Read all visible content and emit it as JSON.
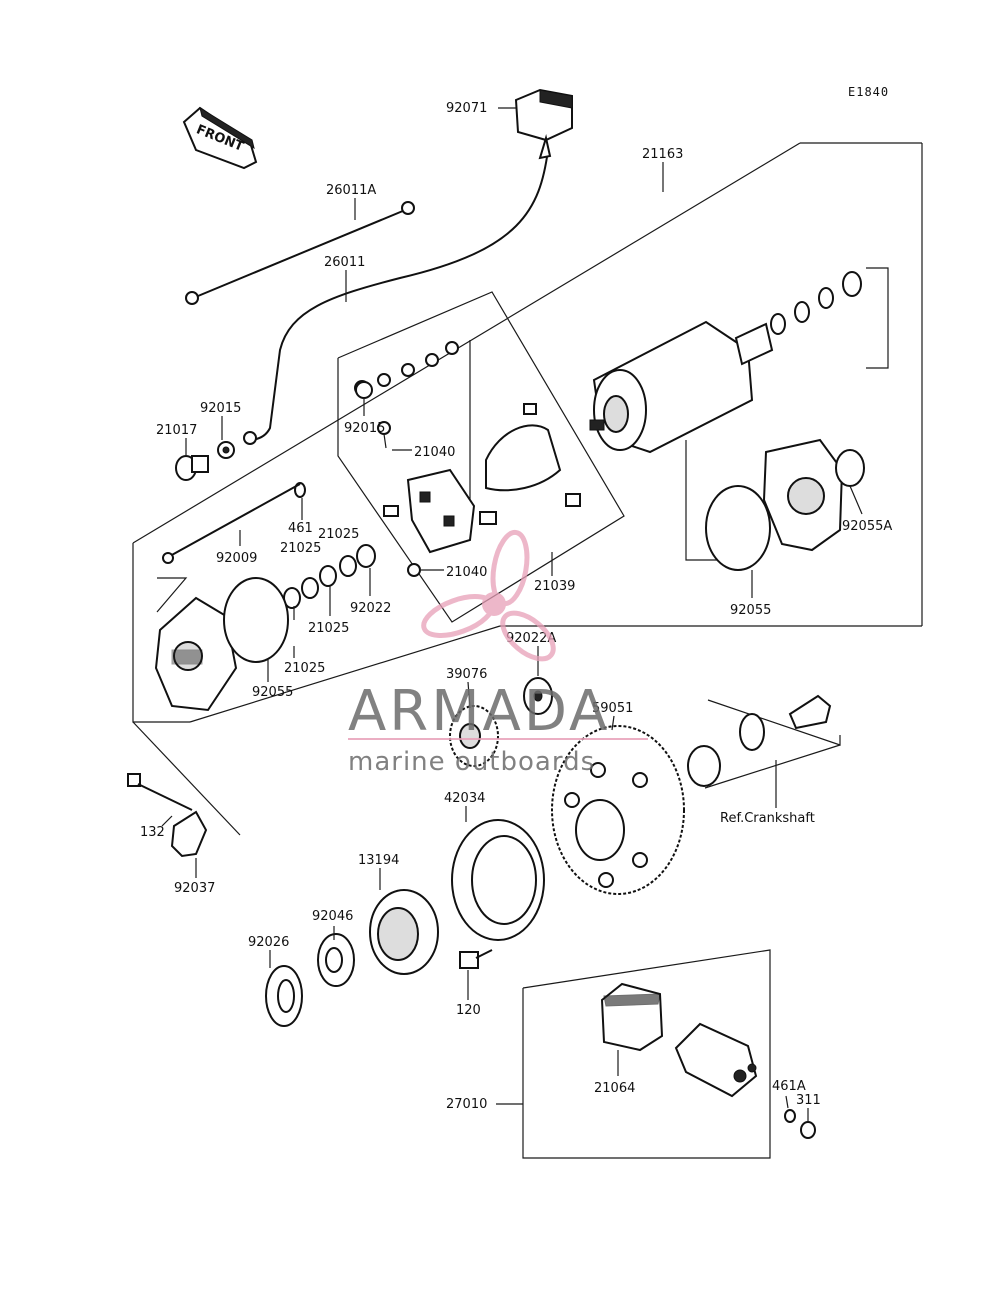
{
  "diagram_code": "E1840",
  "front_label": "FRONT",
  "callouts": {
    "c92071": "92071",
    "c21163": "21163",
    "c26011A": "26011A",
    "c26011": "26011",
    "c92015a": "92015",
    "c92015b": "92015",
    "c21017": "21017",
    "c21040a": "21040",
    "c21040b": "21040",
    "c461": "461",
    "c92009": "92009",
    "c21025a": "21025",
    "c21025b": "21025",
    "c21025c": "21025",
    "c21025d": "21025",
    "c92022": "92022",
    "c21039": "21039",
    "c92055A": "92055A",
    "c92055a": "92055",
    "c92055b": "92055",
    "c92022A": "92022A",
    "c39076": "39076",
    "c59051": "59051",
    "c42034": "42034",
    "cref": "Ref.Crankshaft",
    "c132": "132",
    "c92037": "92037",
    "c13194": "13194",
    "c92046": "92046",
    "c92026": "92026",
    "c120": "120",
    "c21064": "21064",
    "c27010": "27010",
    "c461A": "461A",
    "c311": "311"
  },
  "watermark": {
    "brand": "ARMADA",
    "tagline": "marine outboards",
    "accent_color": "#e8a0b8",
    "text_color": "#6c6c6c"
  }
}
